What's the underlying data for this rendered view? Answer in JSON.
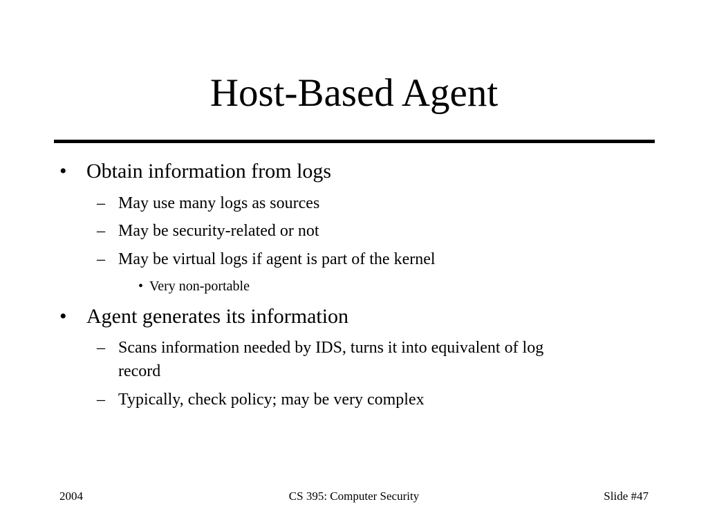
{
  "slide": {
    "title": "Host-Based Agent",
    "bullets": [
      {
        "marker": "•",
        "text": "Obtain information from logs",
        "children": [
          {
            "marker": "–",
            "text": "May use many logs as sources"
          },
          {
            "marker": "–",
            "text": "May be security-related or not"
          },
          {
            "marker": "–",
            "text": "May be virtual logs if agent is part of the kernel",
            "children": [
              {
                "marker": "•",
                "text": "Very non-portable"
              }
            ]
          }
        ]
      },
      {
        "marker": "•",
        "text": "Agent generates its information",
        "children": [
          {
            "marker": "–",
            "text": "Scans information needed by IDS, turns it into equivalent of log",
            "continuation": "record"
          },
          {
            "marker": "–",
            "text": "Typically, check policy; may be very complex"
          }
        ]
      }
    ]
  },
  "footer": {
    "left": "2004",
    "center": "CS 395: Computer Security",
    "right": "Slide #47"
  }
}
